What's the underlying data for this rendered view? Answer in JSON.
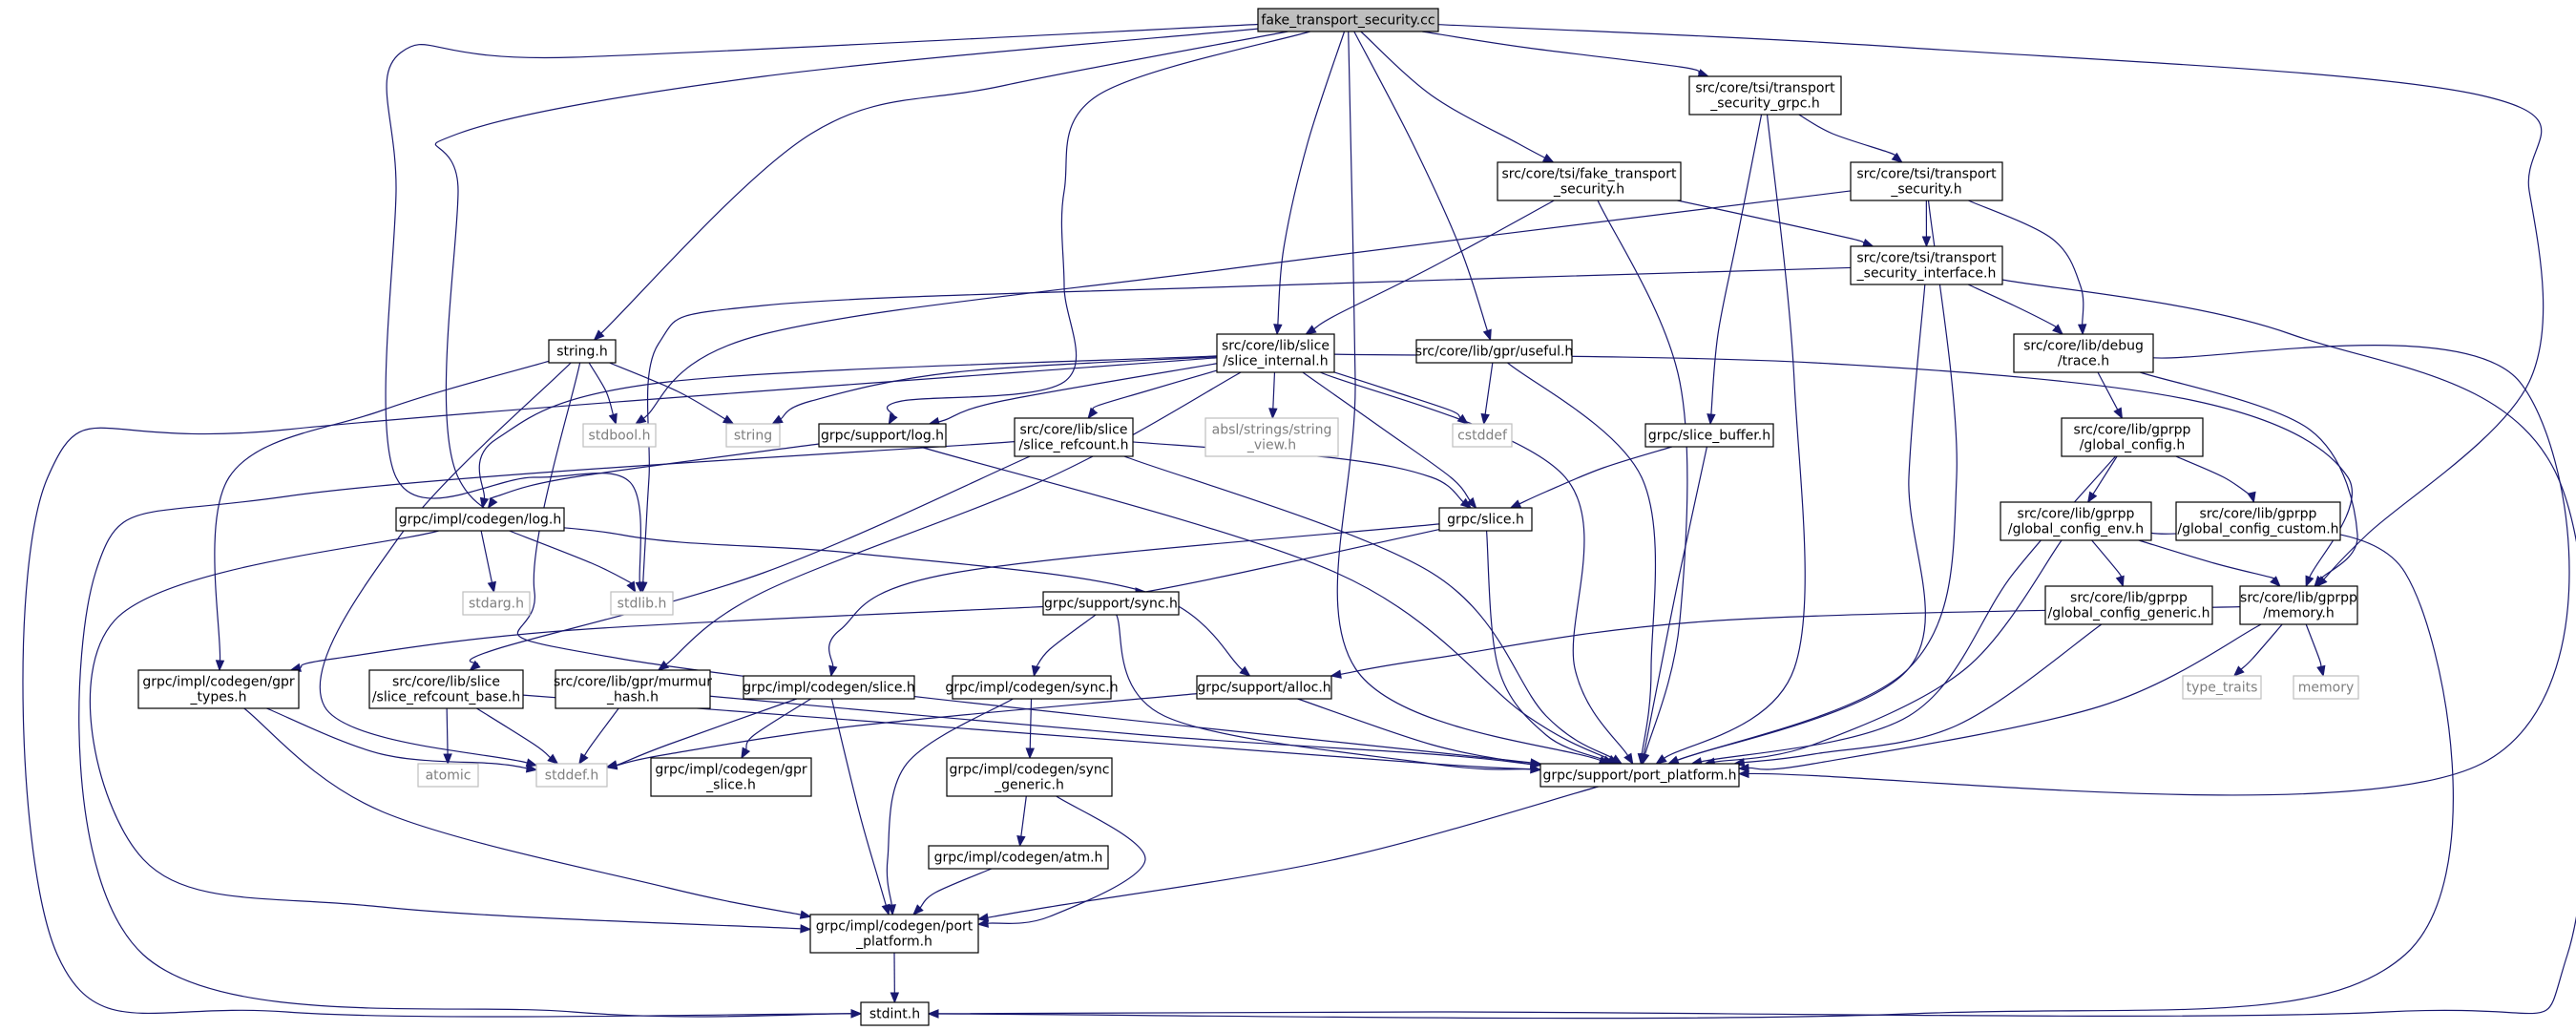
{
  "colors": {
    "edge": "#191970",
    "node_border": "#000000",
    "system_border": "#bfbfbf",
    "main_fill": "#bfbfbf"
  },
  "nodes": {
    "main": [
      "fake_transport_security.cc"
    ],
    "tsi_grpc": [
      "src/core/tsi/transport",
      "_security_grpc.h"
    ],
    "fake_ts": [
      "src/core/tsi/fake_transport",
      "_security.h"
    ],
    "tsi_ts": [
      "src/core/tsi/transport",
      "_security.h"
    ],
    "tsi_iface": [
      "src/core/tsi/transport",
      "_security_interface.h"
    ],
    "string_h": [
      "string.h"
    ],
    "slice_internal": [
      "src/core/lib/slice",
      "/slice_internal.h"
    ],
    "useful": [
      "src/core/lib/gpr/useful.h"
    ],
    "debug_trace": [
      "src/core/lib/debug",
      "/trace.h"
    ],
    "stdbool": [
      "stdbool.h"
    ],
    "string_sys": [
      "string"
    ],
    "support_log": [
      "grpc/support/log.h"
    ],
    "slice_refcount": [
      "src/core/lib/slice",
      "/slice_refcount.h"
    ],
    "string_view": [
      "absl/strings/string",
      "_view.h"
    ],
    "cstddef": [
      "cstddef"
    ],
    "slice_buffer": [
      "grpc/slice_buffer.h"
    ],
    "global_config": [
      "src/core/lib/gprpp",
      "/global_config.h"
    ],
    "codegen_log": [
      "grpc/impl/codegen/log.h"
    ],
    "slice_h": [
      "grpc/slice.h"
    ],
    "gc_env": [
      "src/core/lib/gprpp",
      "/global_config_env.h"
    ],
    "gc_custom": [
      "src/core/lib/gprpp",
      "/global_config_custom.h"
    ],
    "stdarg": [
      "stdarg.h"
    ],
    "stdlib": [
      "stdlib.h"
    ],
    "support_sync": [
      "grpc/support/sync.h"
    ],
    "gc_generic": [
      "src/core/lib/gprpp",
      "/global_config_generic.h"
    ],
    "memory_h": [
      "src/core/lib/gprpp",
      "/memory.h"
    ],
    "gpr_types": [
      "grpc/impl/codegen/gpr",
      "_types.h"
    ],
    "refcount_base": [
      "src/core/lib/slice",
      "/slice_refcount_base.h"
    ],
    "murmur": [
      "src/core/lib/gpr/murmur",
      "_hash.h"
    ],
    "codegen_slice": [
      "grpc/impl/codegen/slice.h"
    ],
    "codegen_sync": [
      "grpc/impl/codegen/sync.h"
    ],
    "alloc": [
      "grpc/support/alloc.h"
    ],
    "type_traits": [
      "type_traits"
    ],
    "memory_sys": [
      "memory"
    ],
    "atomic": [
      "atomic"
    ],
    "stddef": [
      "stddef.h"
    ],
    "gpr_slice": [
      "grpc/impl/codegen/gpr",
      "_slice.h"
    ],
    "sync_generic": [
      "grpc/impl/codegen/sync",
      "_generic.h"
    ],
    "port_platform": [
      "grpc/support/port_platform.h"
    ],
    "atm": [
      "grpc/impl/codegen/atm.h"
    ],
    "codegen_port": [
      "grpc/impl/codegen/port",
      "_platform.h"
    ],
    "stdint": [
      "stdint.h"
    ]
  }
}
